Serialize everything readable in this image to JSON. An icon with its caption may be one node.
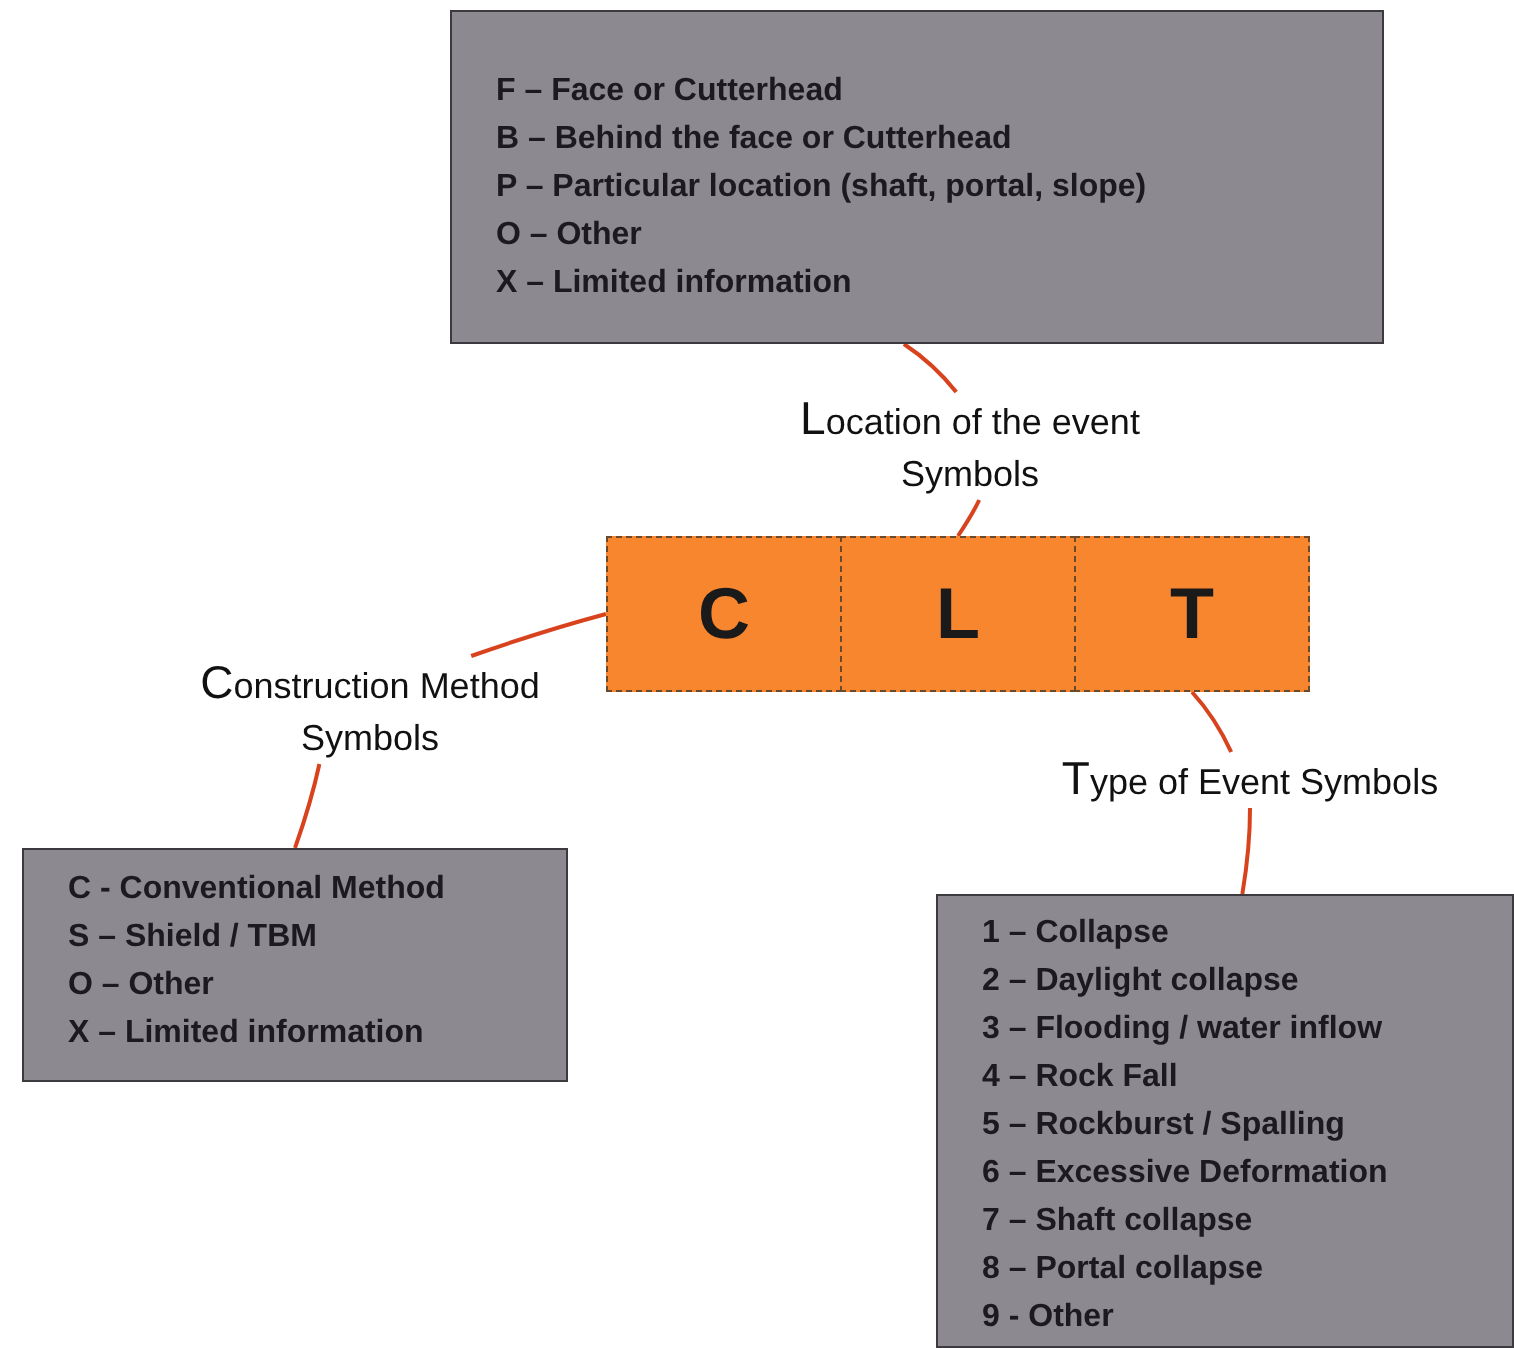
{
  "diagram": {
    "nodes": [
      {
        "text": [
          "F – Face or Cutterhead",
          "B – Behind the face or Cutterhead",
          "P – Particular location (shaft, portal, slope)",
          "O – Other",
          "X – Limited information"
        ]
      },
      {
        "text": [
          "Location of the event Symbols"
        ]
      },
      {
        "text": [
          "C"
        ]
      },
      {
        "text": [
          "L"
        ]
      },
      {
        "text": [
          "T"
        ]
      },
      {
        "text": [
          "Construction Method Symbols"
        ]
      },
      {
        "text": [
          "C - Conventional Method",
          "S – Shield / TBM",
          "O – Other",
          "X – Limited information"
        ]
      },
      {
        "text": [
          "Type of Event Symbols"
        ]
      },
      {
        "text": [
          "1 – Collapse",
          "2 – Daylight collapse",
          "3 – Flooding / water inflow",
          "4 – Rock Fall",
          "5 – Rockburst / Spalling",
          "6 – Excessive Deformation",
          "7 – Shaft collapse",
          "8 – Portal collapse",
          "9 - Other"
        ]
      }
    ],
    "edges": [
      {
        "from": 0,
        "to": 1,
        "arrow": "none"
      },
      {
        "from": 1,
        "to": 3,
        "arrow": "none"
      },
      {
        "from": 2,
        "to": 5,
        "arrow": "none"
      },
      {
        "from": 5,
        "to": 6,
        "arrow": "none"
      },
      {
        "from": 4,
        "to": 7,
        "arrow": "none"
      },
      {
        "from": 7,
        "to": 8,
        "arrow": "none"
      }
    ]
  }
}
